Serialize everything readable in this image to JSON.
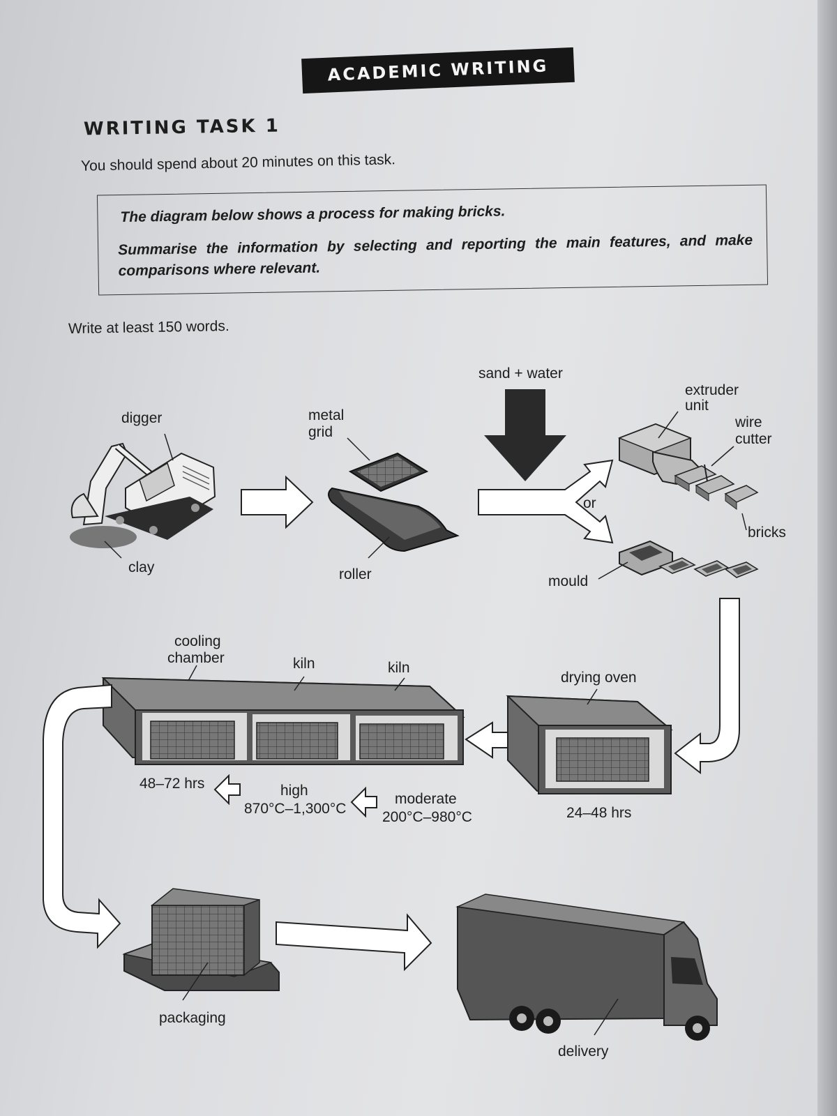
{
  "header": {
    "title": "ACADEMIC WRITING"
  },
  "task": {
    "title": "WRITING TASK 1",
    "instruction": "You should spend about 20 minutes on this task.",
    "box_line1": "The diagram below shows a process for making bricks.",
    "box_line2": "Summarise the information by selecting and reporting the main features, and make comparisons where relevant.",
    "word_count": "Write at least 150 words."
  },
  "diagram": {
    "labels": {
      "digger": "digger",
      "clay": "clay",
      "metal": "metal",
      "grid": "grid",
      "roller": "roller",
      "sand_water": "sand + water",
      "extruder": "extruder",
      "unit": "unit",
      "wire": "wire",
      "cutter": "cutter",
      "or": "or",
      "bricks": "bricks",
      "mould": "mould",
      "cooling": "cooling",
      "chamber": "chamber",
      "kiln1": "kiln",
      "kiln2": "kiln",
      "drying_oven": "drying oven",
      "drying_time": "24–48 hrs",
      "cooling_time": "48–72 hrs",
      "high": "high",
      "high_temp": "870°C–1,300°C",
      "moderate": "moderate",
      "moderate_temp": "200°C–980°C",
      "packaging": "packaging",
      "delivery": "delivery"
    }
  }
}
